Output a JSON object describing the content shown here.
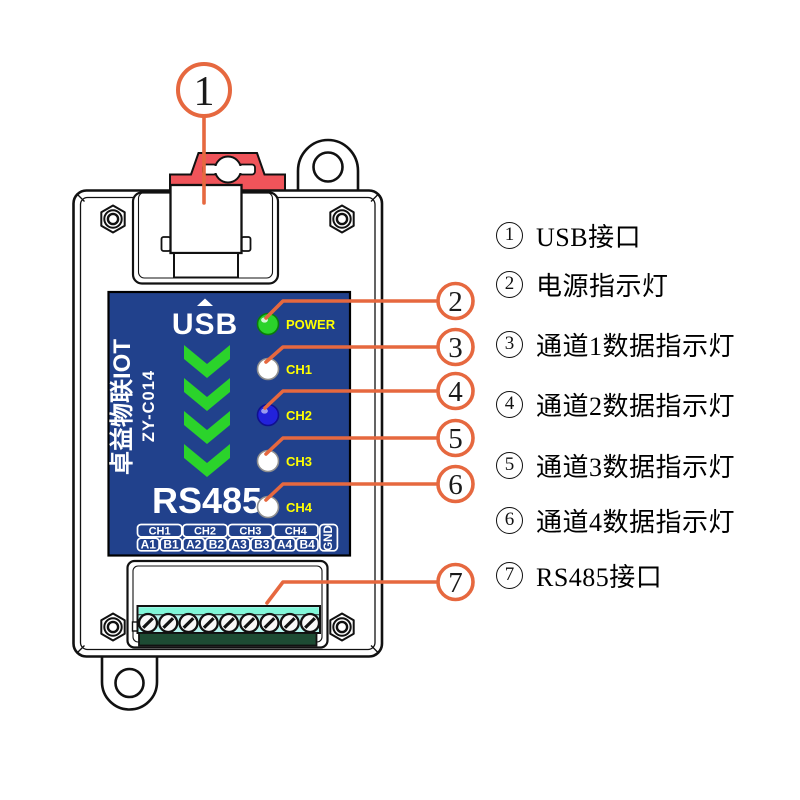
{
  "legend": {
    "items": [
      {
        "num": "1",
        "text": "USB接口"
      },
      {
        "num": "2",
        "text": "电源指示灯"
      },
      {
        "num": "3",
        "text": "通道1数据指示灯"
      },
      {
        "num": "4",
        "text": "通道2数据指示灯"
      },
      {
        "num": "5",
        "text": "通道3数据指示灯"
      },
      {
        "num": "6",
        "text": "通道4数据指示灯"
      },
      {
        "num": "7",
        "text": "RS485接口"
      }
    ]
  },
  "callouts": [
    {
      "num": "1"
    },
    {
      "num": "2"
    },
    {
      "num": "3"
    },
    {
      "num": "4"
    },
    {
      "num": "5"
    },
    {
      "num": "6"
    },
    {
      "num": "7"
    }
  ],
  "device": {
    "panel": {
      "usb_label": "USB",
      "rs485_label": "RS485",
      "brand_vertical": "卓益物联IOT",
      "model_vertical": "ZY-C014",
      "leds": [
        {
          "label": "POWER",
          "color": "#2BD32B"
        },
        {
          "label": "CH1",
          "color": "#FFFFFF"
        },
        {
          "label": "CH2",
          "color": "#2222DB"
        },
        {
          "label": "CH3",
          "color": "#FFFFFF"
        },
        {
          "label": "CH4",
          "color": "#FFFFFF"
        }
      ],
      "terminal": {
        "channels": [
          "CH1",
          "CH2",
          "CH3",
          "CH4"
        ],
        "pins": [
          "A1",
          "B1",
          "A2",
          "B2",
          "A3",
          "B3",
          "A4",
          "B4"
        ],
        "ground": "GND"
      }
    }
  },
  "colors": {
    "panel_blue": "#21418C",
    "chevron_green": "#2BD32B",
    "led_label_yellow": "#FFFF00",
    "callout_accent": "#E6683F",
    "clip_red": "#F0545A",
    "terminal_light": "#B7F6F0",
    "terminal_mint": "#81F7D9",
    "terminal_green": "#1D4B33"
  }
}
